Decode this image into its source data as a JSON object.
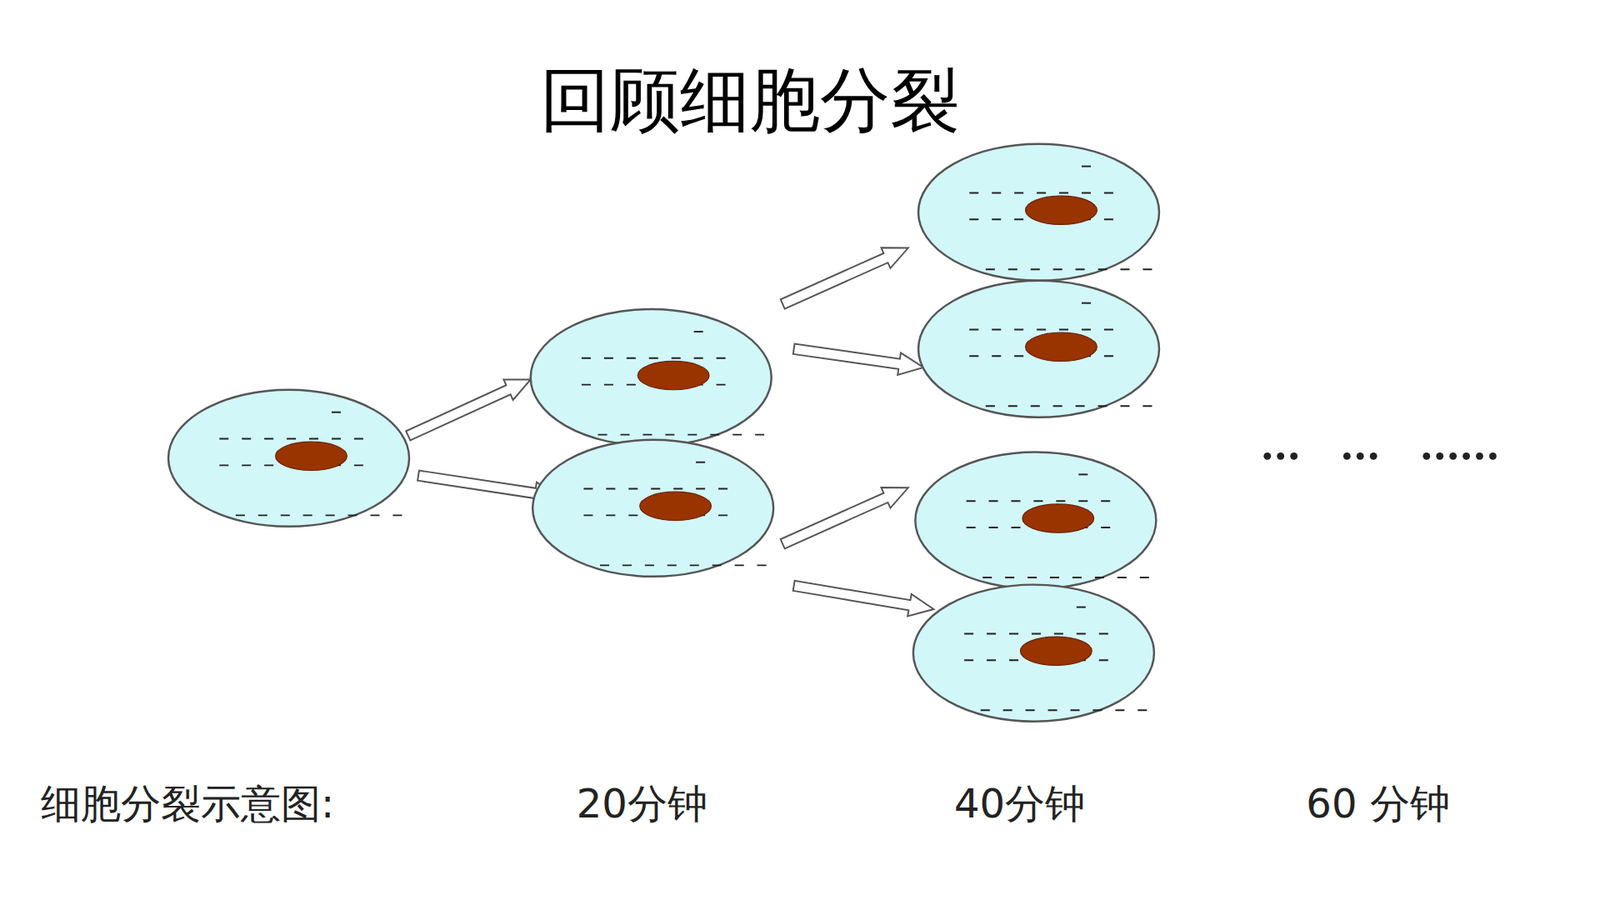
{
  "diagram": {
    "title": "回顾细胞分裂",
    "labels": [
      "细胞分裂示意图:",
      "20分钟",
      "40分钟",
      "60 分钟"
    ]
  }
}
